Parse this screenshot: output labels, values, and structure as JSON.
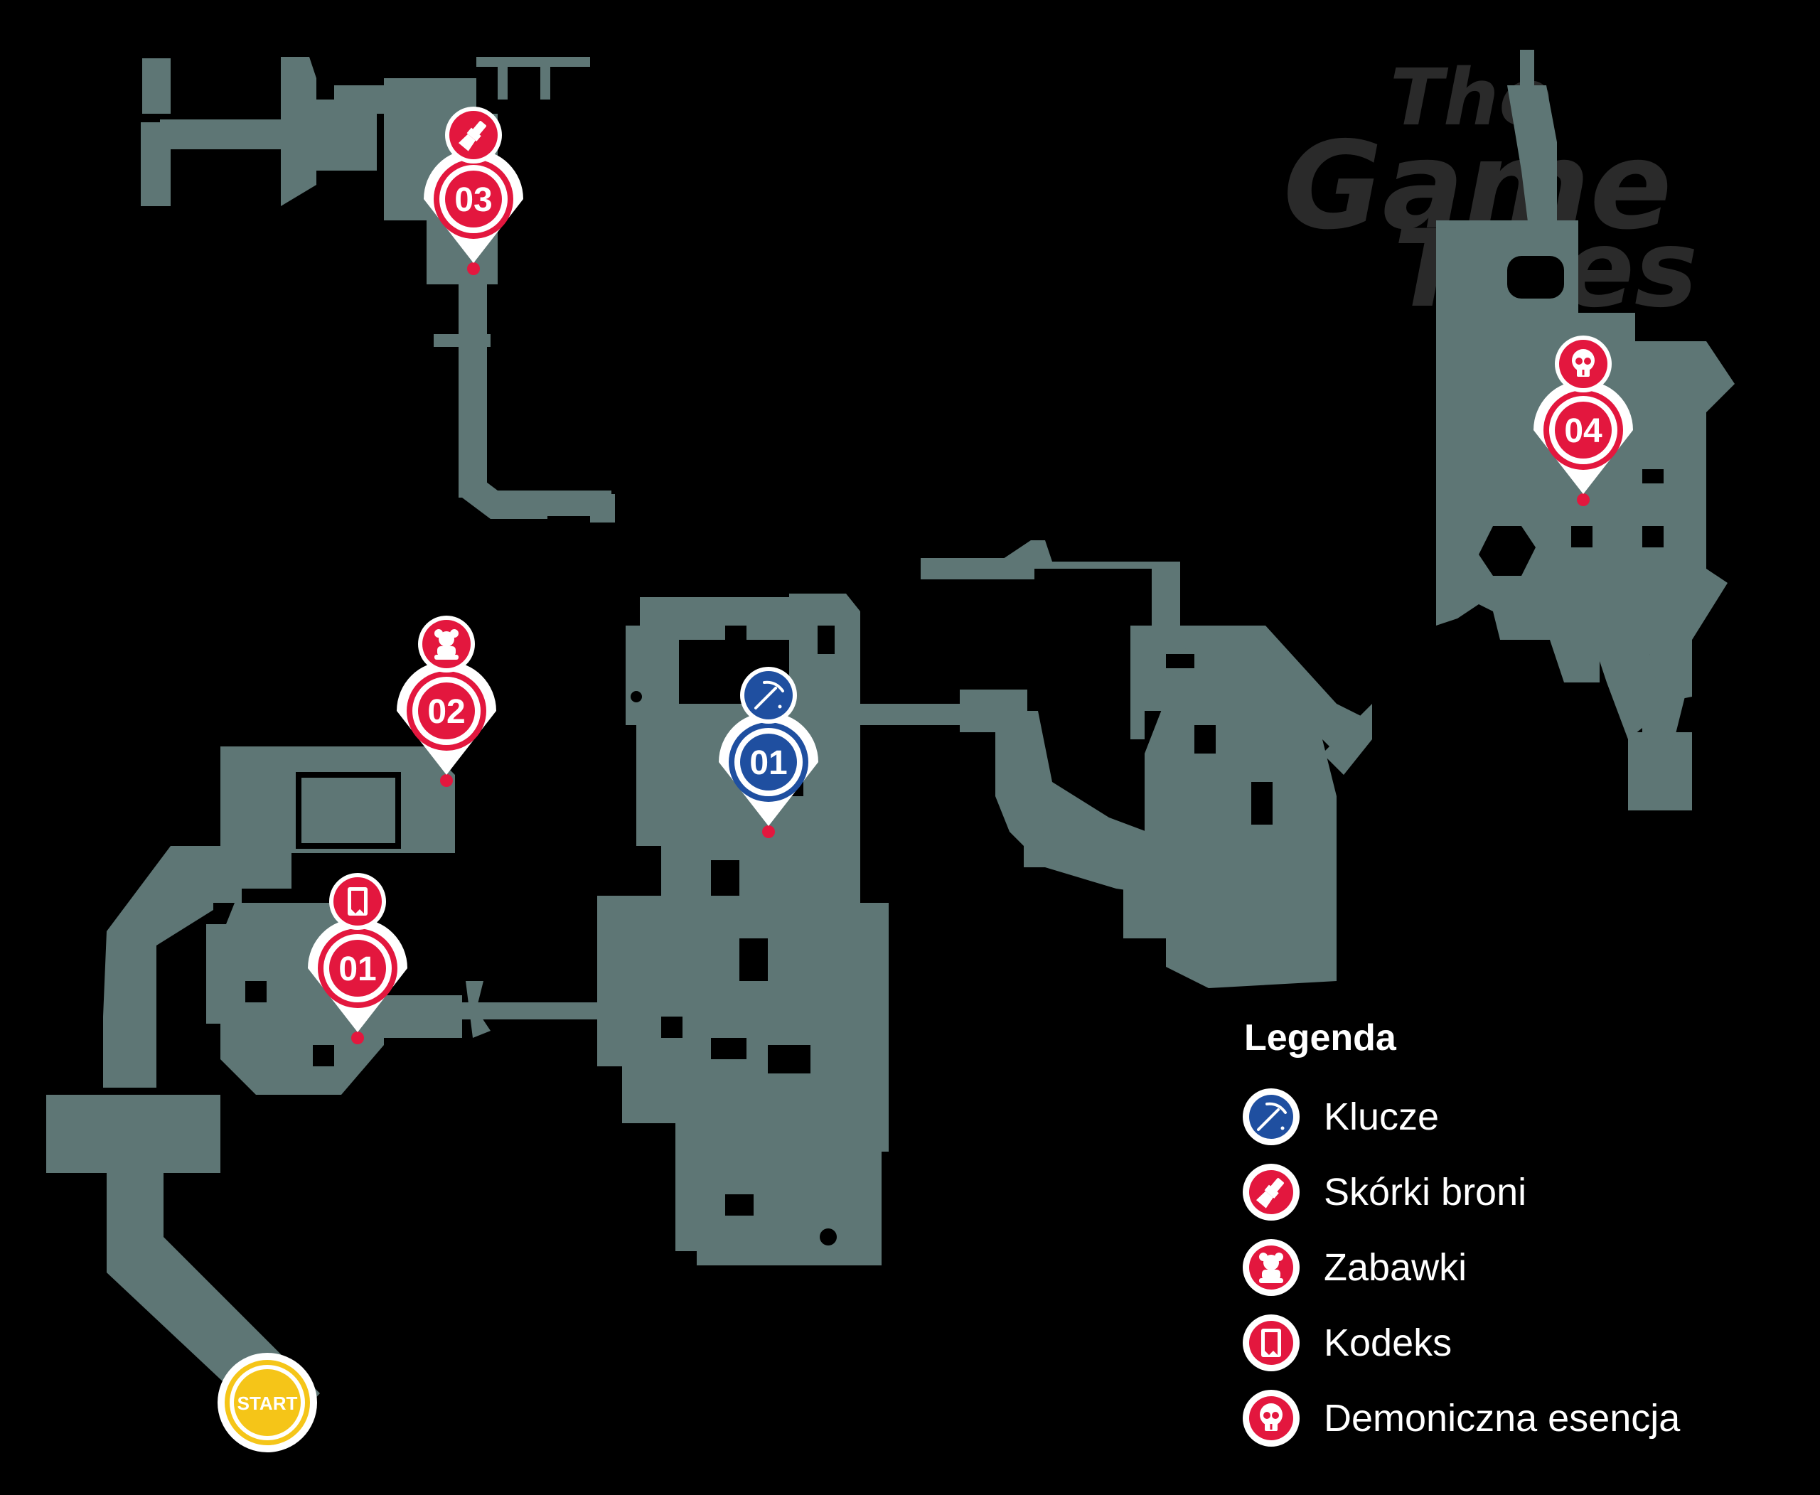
{
  "colors": {
    "background": "#000000",
    "rooms": "#5e7675",
    "red_marker": "#e3173e",
    "blue_marker": "#1f4fa0",
    "start_marker": "#f5c518",
    "watermark": "#2a2a2a"
  },
  "watermark": {
    "line1": "The",
    "line2": "Game",
    "line3": "Tales"
  },
  "markers": [
    {
      "id": "red-03",
      "number": "03",
      "color": "red",
      "category_icon": "brush-icon"
    },
    {
      "id": "red-02",
      "number": "02",
      "color": "red",
      "category_icon": "teddy-bear-icon"
    },
    {
      "id": "red-01",
      "number": "01",
      "color": "red",
      "category_icon": "book-icon"
    },
    {
      "id": "blue-01",
      "number": "01",
      "color": "blue",
      "category_icon": "pickaxe-icon"
    },
    {
      "id": "red-04",
      "number": "04",
      "color": "red",
      "category_icon": "skull-icon"
    }
  ],
  "start": {
    "label": "START"
  },
  "legend": {
    "title": "Legenda",
    "items": [
      {
        "label": "Klucze",
        "icon": "pickaxe-icon",
        "color": "blue"
      },
      {
        "label": "Skórki broni",
        "icon": "brush-icon",
        "color": "red"
      },
      {
        "label": "Zabawki",
        "icon": "teddy-bear-icon",
        "color": "red"
      },
      {
        "label": "Kodeks",
        "icon": "book-icon",
        "color": "red"
      },
      {
        "label": "Demoniczna esencja",
        "icon": "skull-icon",
        "color": "red"
      }
    ]
  }
}
